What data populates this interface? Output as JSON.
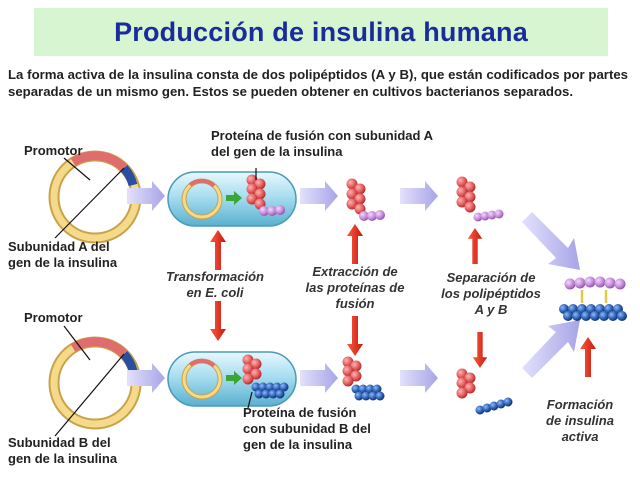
{
  "title": "Producción de insulina humana",
  "intro": "La forma activa de la insulina consta de dos polipéptidos (A y B), que están codificados por partes separadas de un mismo gen. Estos se pueden obtener en cultivos bacterianos separados.",
  "labels": {
    "promotor_top": "Promotor",
    "promotor_bottom": "Promotor",
    "subunit_a_gene": [
      "Subunidad A del",
      "gen de la insulina"
    ],
    "subunit_b_gene": [
      "Subunidad B del",
      "gen de la insulina"
    ],
    "fusion_protein_a": [
      "Proteína de fusión con subunidad A",
      "del gen de la insulina"
    ],
    "fusion_protein_b": [
      "Proteína de fusión",
      "con subunidad B del",
      "gen de la insulina"
    ]
  },
  "steps": {
    "transformation": [
      "Transformación",
      "en E. coli"
    ],
    "extraction": [
      "Extracción de",
      "las proteínas de",
      "fusión"
    ],
    "separation": [
      "Separación de",
      "los polipéptidos",
      "A y B"
    ],
    "formation": [
      "Formación",
      "de insulina",
      "activa"
    ]
  },
  "colors": {
    "title": "#1a2c9a",
    "title_bg": "#d8f5d2",
    "plasmid_ring": "#f0cf78",
    "promoter_segment": "#2b4fa0",
    "gene_segment": "#e06d6d",
    "flow_arrow": "#b9b6ec",
    "process_arrow": "#e8271a",
    "bacterium": "#8fd3e8",
    "chain_a": "#c48ad8",
    "chain_b": "#2b5fb0",
    "fusion_bead": "#e35a5a"
  }
}
